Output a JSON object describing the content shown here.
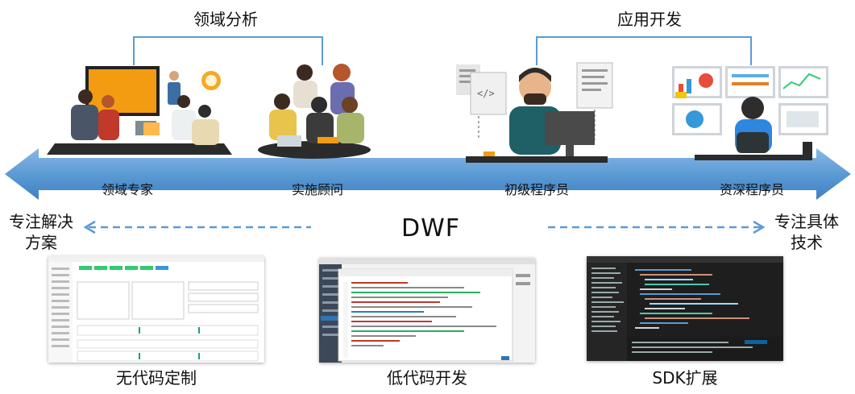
{
  "colors": {
    "accent": "#5b9bd5",
    "arrow_dark": "#2e75b6",
    "text": "#111111"
  },
  "groups": {
    "left_title": "领域分析",
    "right_title": "应用开发"
  },
  "roles": [
    {
      "label": "领域专家",
      "icon": "meeting-illustration"
    },
    {
      "label": "实施顾问",
      "icon": "team-illustration"
    },
    {
      "label": "初级程序员",
      "icon": "developer-illustration"
    },
    {
      "label": "资深程序员",
      "icon": "senior-developer-illustration"
    }
  ],
  "center": "DWF",
  "left_side": {
    "line1": "专注解决",
    "line2": "方案"
  },
  "right_side": {
    "line1": "专注具体",
    "line2": "技术"
  },
  "captions": [
    "无代码定制",
    "低代码开发",
    "SDK扩展"
  ]
}
